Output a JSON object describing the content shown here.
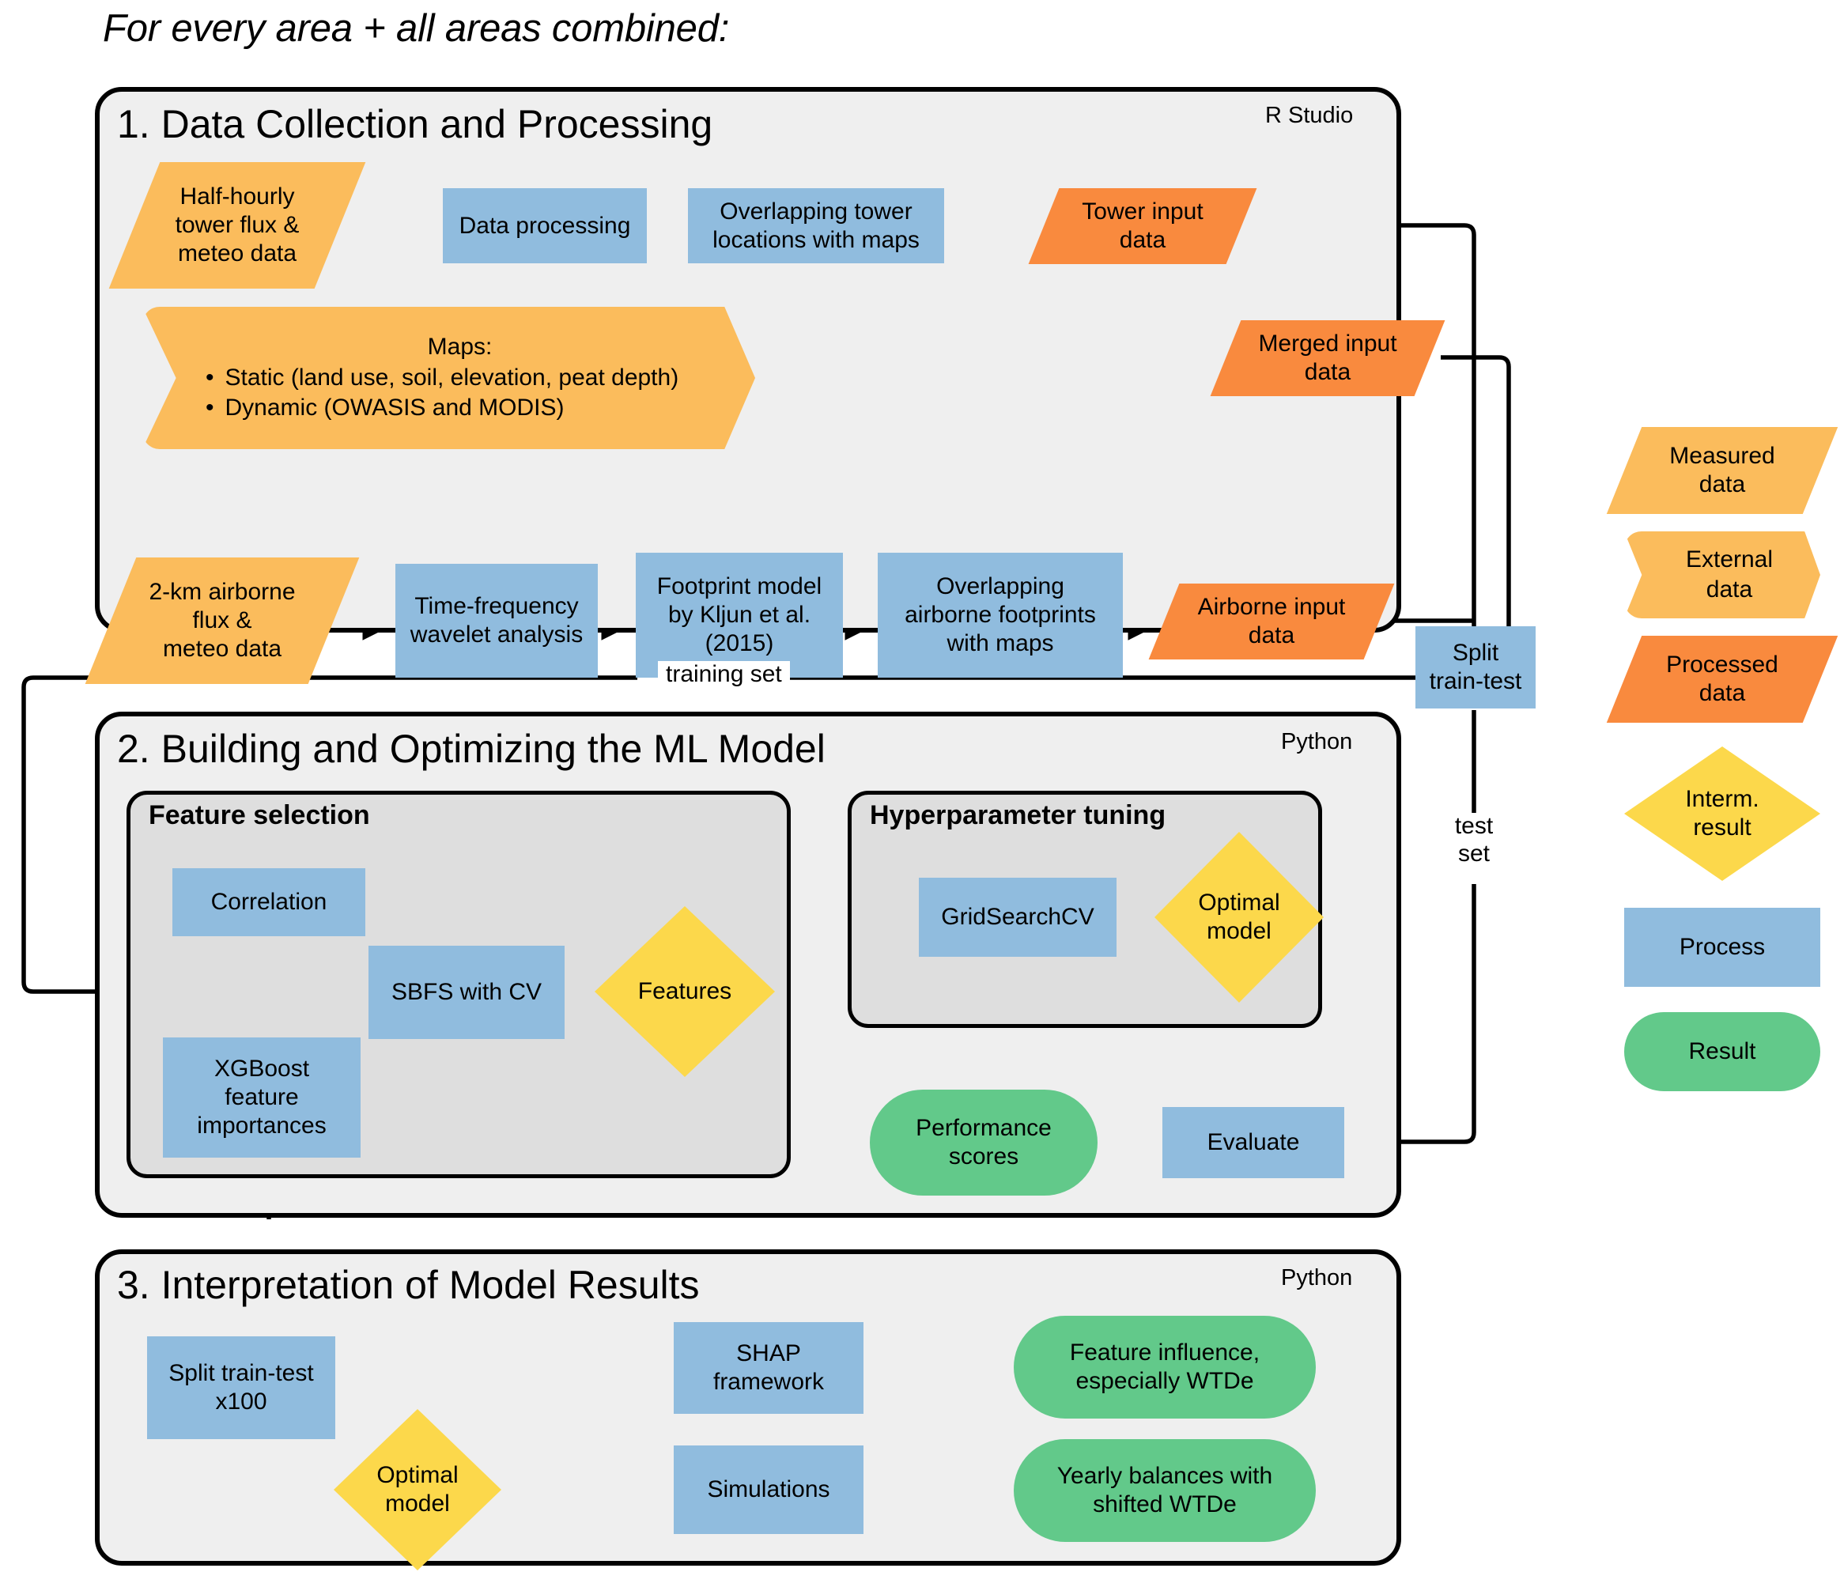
{
  "caption": "For every area + all areas combined:",
  "stages": [
    {
      "number_title": "1. Data Collection and Processing",
      "language": "R Studio",
      "nodes": {
        "half_hourly": "Half-hourly\ntower flux &\nmeteo data",
        "data_processing": "Data processing",
        "overlap_tower": "Overlapping tower\nlocations with maps",
        "tower_input": "Tower input\ndata",
        "merged_input": "Merged input\ndata",
        "maps_title": "Maps:",
        "maps_bullet_1": "Static (land use, soil, elevation, peat depth)",
        "maps_bullet_2": "Dynamic (OWASIS and MODIS)",
        "airborne_flux": "2-km airborne\nflux &\nmeteo data",
        "wavelet": "Time-frequency\nwavelet analysis",
        "footprint_model": "Footprint model\nby Kljun et al.\n(2015)",
        "overlap_airborne": "Overlapping\nairborne footprints\nwith maps",
        "airborne_input": "Airborne input\ndata"
      }
    },
    {
      "number_title": "2. Building and Optimizing the ML Model",
      "language": "Python",
      "subpanels": {
        "feature_selection": "Feature selection",
        "hyperparameter_tuning": "Hyperparameter tuning"
      },
      "nodes": {
        "correlation": "Correlation",
        "xgboost": "XGBoost\nfeature\nimportances",
        "sbfs": "SBFS with CV",
        "features": "Features",
        "gridsearchcv": "GridSearchCV",
        "optimal_model": "Optimal\nmodel",
        "evaluate": "Evaluate",
        "performance_scores": "Performance\nscores"
      }
    },
    {
      "number_title": "3. Interpretation of Model Results",
      "language": "Python",
      "nodes": {
        "split_train_test_x100": "Split train-test\nx100",
        "optimal_model": "Optimal\nmodel",
        "shap": "SHAP\nframework",
        "simulations": "Simulations",
        "feature_influence": "Feature influence,\nespecially WTDe",
        "yearly_balances": "Yearly balances with\nshifted WTDe"
      }
    }
  ],
  "split_node": {
    "label": "Split\ntrain-test"
  },
  "edge_labels": {
    "training_set": "training set",
    "test_set": "test\nset"
  },
  "legend": {
    "items": [
      {
        "label": "Measured\ndata",
        "shape": "parallelogram",
        "color": "#FBBC5C"
      },
      {
        "label": "External\ndata",
        "shape": "banner",
        "color": "#FBBC5C"
      },
      {
        "label": "Processed\ndata",
        "shape": "parallelogram",
        "color": "#F98A3E"
      },
      {
        "label": "Interm.\nresult",
        "shape": "diamond",
        "color": "#FCD84B"
      },
      {
        "label": "Process",
        "shape": "rectangle",
        "color": "#90BCDE"
      },
      {
        "label": "Result",
        "shape": "rounded",
        "color": "#62C98A"
      }
    ]
  },
  "colors": {
    "measured": "#FBBC5C",
    "processed": "#F98A3E",
    "interm": "#FCD84B",
    "process": "#90BCDE",
    "result": "#62C98A",
    "panel_bg": "#EFEFEF",
    "subpanel_bg": "#DEDEDE",
    "stroke": "#000000"
  }
}
